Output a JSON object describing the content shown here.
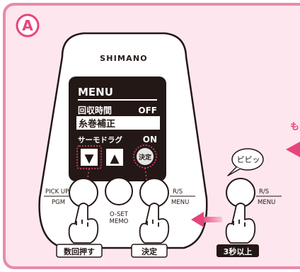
{
  "panel_marker": "A",
  "brand": "SHIMANO",
  "lcd": {
    "title": "MENU",
    "items": [
      {
        "label": "回収時間",
        "value": "OFF"
      },
      {
        "label": "糸巻補正",
        "value": ""
      },
      {
        "label": "サーモドラグ",
        "value": "ON"
      }
    ],
    "down_arrow": "▼",
    "up_arrow": "▲",
    "confirm": "決定"
  },
  "buttons": {
    "pickup_line1": "PICK UP",
    "pickup_line2": "PGM",
    "oset_line1": "O-SET",
    "oset_line2": "MEMO",
    "rs_line1": "R/S",
    "rs_line2": "MENU",
    "rs2_line1": "R/S",
    "rs2_line2": "MENU"
  },
  "actions": {
    "press_multiple": "数回押す",
    "confirm": "決定",
    "hold_3s": "3秒以上"
  },
  "beep": "ピピッ",
  "side_text": "も",
  "colors": {
    "panel_bg": "#fde6ee",
    "panel_border": "#e98aa8",
    "accent_pink": "#e8447a",
    "dark": "#231815"
  }
}
